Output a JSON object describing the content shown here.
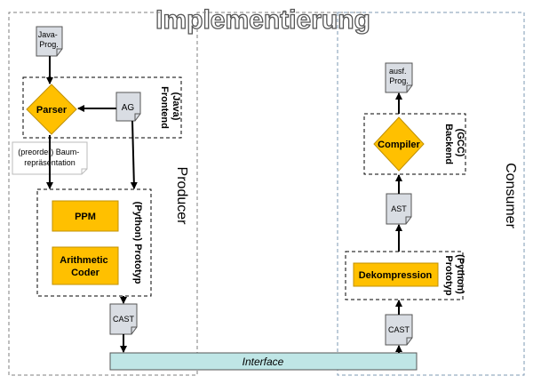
{
  "title": "Implementierung",
  "regions": {
    "producer": "Producer",
    "consumer": "Consumer"
  },
  "groups": {
    "frontend": [
      "(Java)",
      "Frontend"
    ],
    "python_prototype": [
      "(Python) Prototyp"
    ],
    "backend": [
      "(GCC)",
      "Backend"
    ],
    "python_prototype_consumer": [
      "(Python)",
      "Prototyp"
    ]
  },
  "nodes": {
    "java_prog": [
      "Java-",
      "Prog."
    ],
    "parser": "Parser",
    "ag": "AG",
    "preorder_note": [
      "(preorder) Baum-",
      "repräsentation"
    ],
    "ppm": "PPM",
    "arithmetic_coder": [
      "Arithmetic",
      "Coder"
    ],
    "cast_producer": "CAST",
    "interface": "Interface",
    "cast_consumer": "CAST",
    "dekompression": "Dekompression",
    "ast": "AST",
    "compiler": "Compiler",
    "ausf_prog": [
      "ausf.",
      "Prog."
    ]
  },
  "colors": {
    "accent_fill": "#ffc000",
    "accent_stroke": "#c09000",
    "doc_fill": "#d9dde3",
    "interface_fill": "#bfe6e6",
    "region_border": "#7f7f7f",
    "consumer_border": "#7d98b3"
  }
}
